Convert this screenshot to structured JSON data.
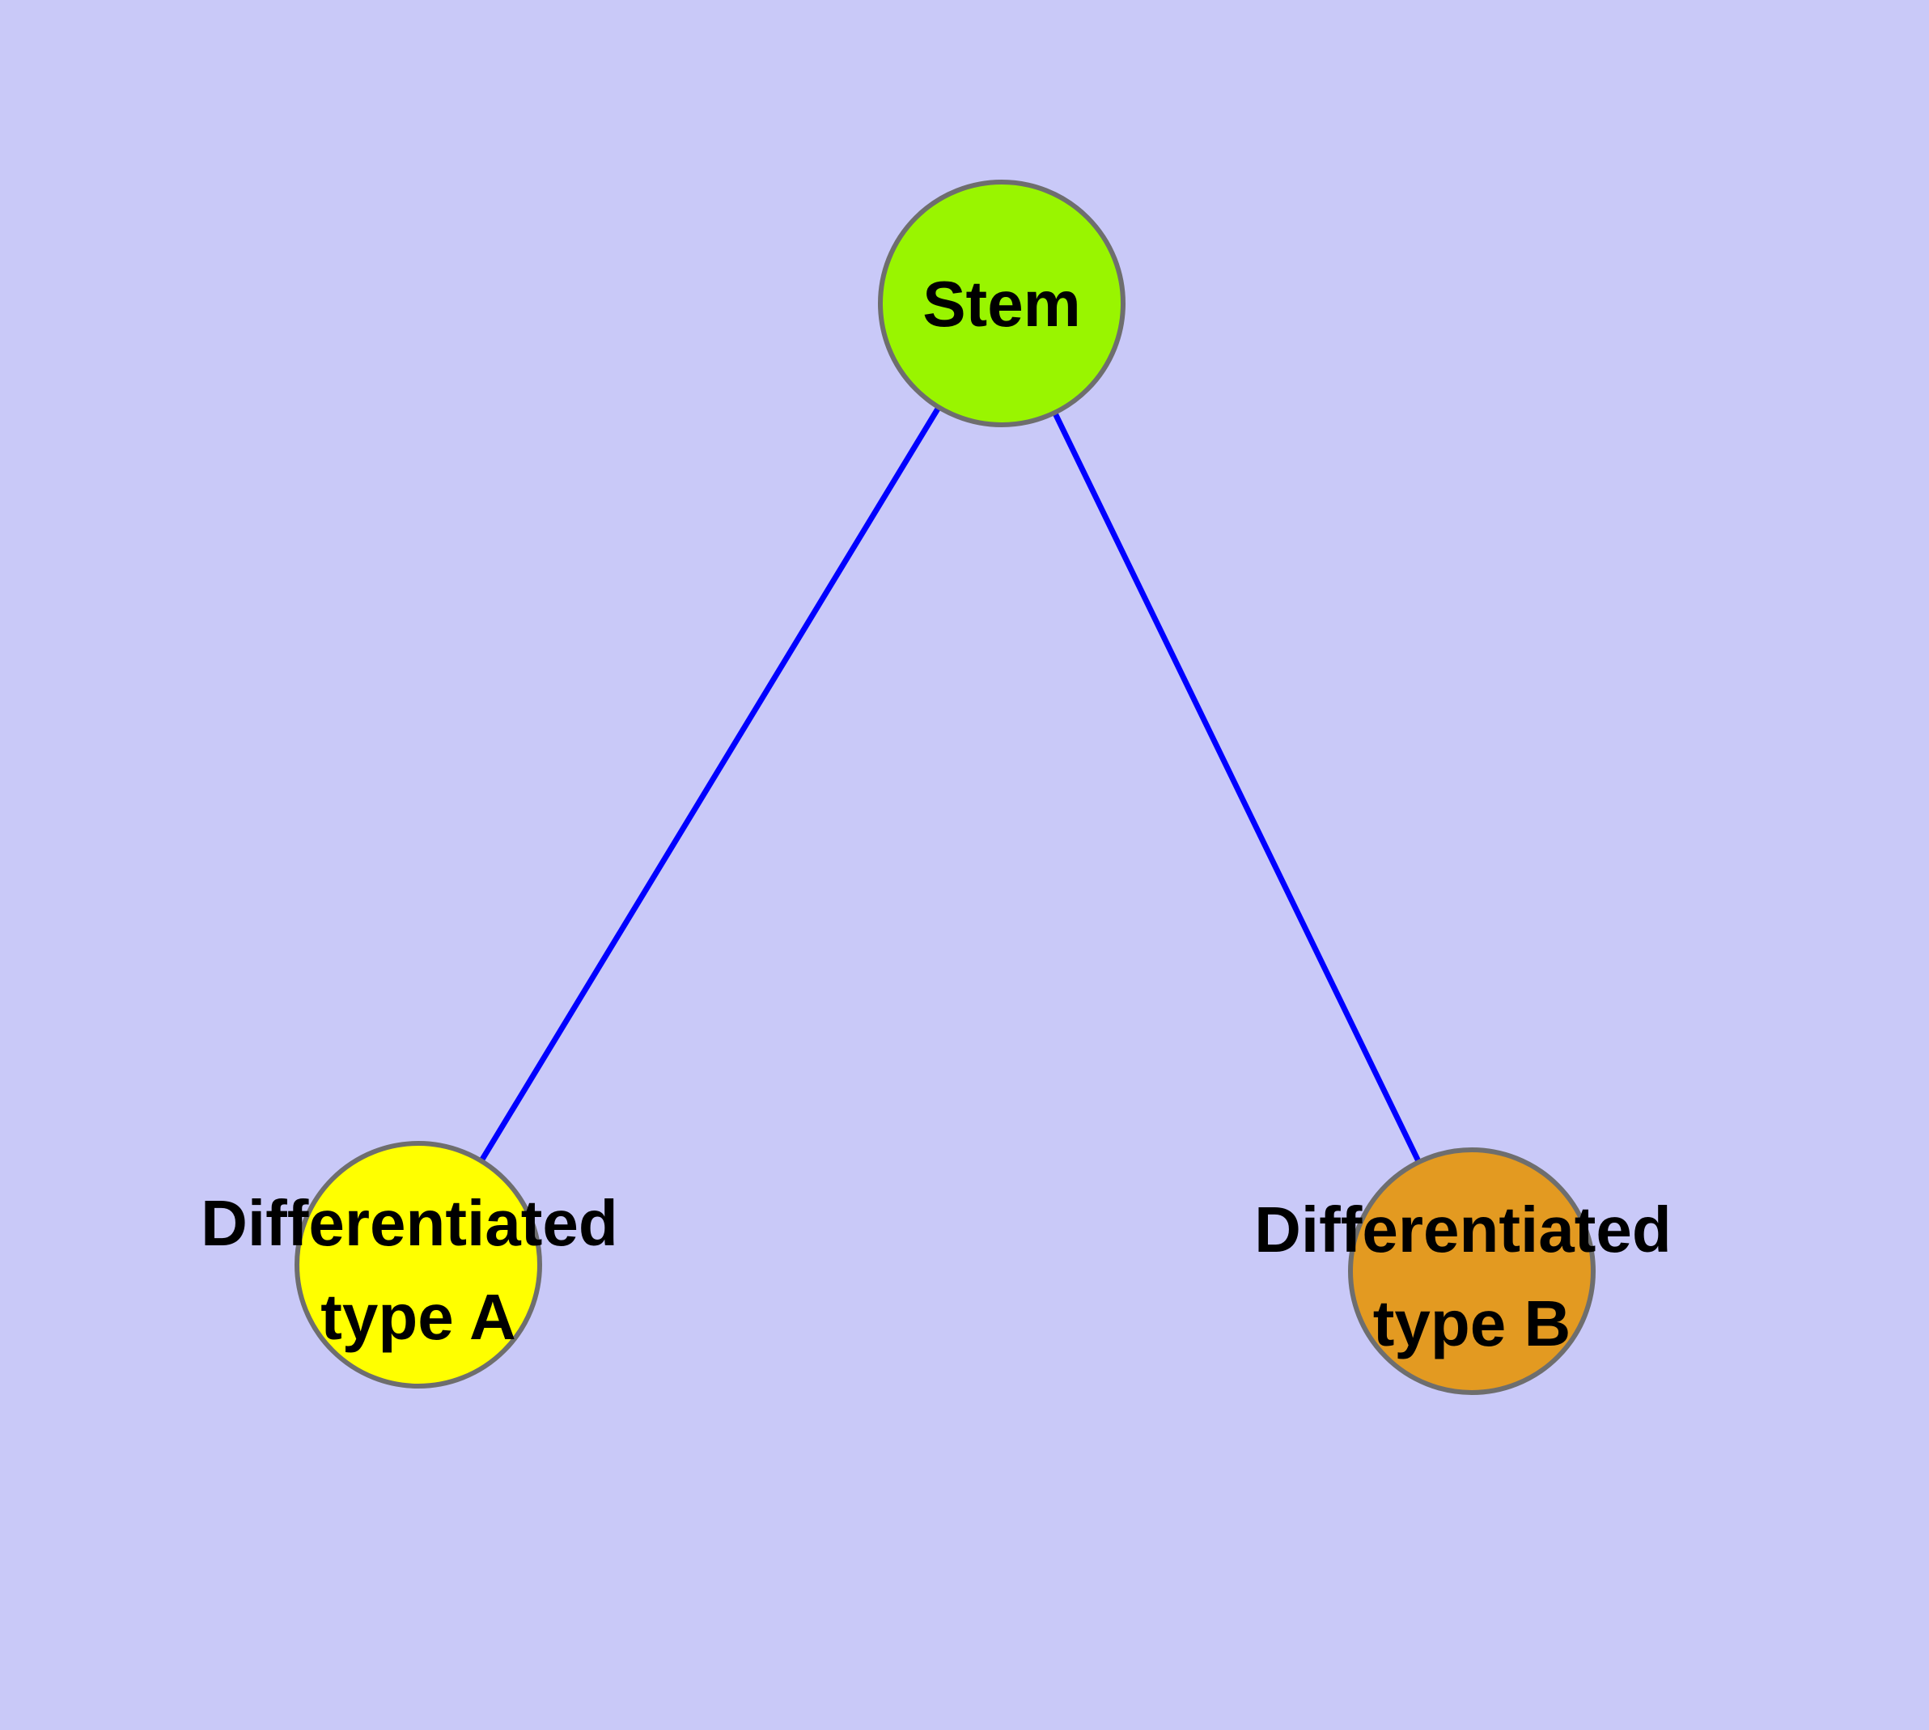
{
  "colors": {
    "background": "#C9C9F8",
    "edge": "#0000FF",
    "node_border": "#6E6E6E",
    "label_text": "#000000"
  },
  "nodes": [
    {
      "id": "stem",
      "label": "Stem",
      "fill": "#99F500"
    },
    {
      "id": "differentiated-type-a",
      "label": "Differentiated type A",
      "label_lines": [
        "Differentiated",
        "type A"
      ],
      "fill": "#FFFF00"
    },
    {
      "id": "differentiated-type-b",
      "label": "Differentiated type B",
      "label_lines": [
        "Differentiated",
        "type B"
      ],
      "fill": "#E39A21"
    }
  ],
  "edges": [
    {
      "from": "stem",
      "to": "differentiated-type-a"
    },
    {
      "from": "stem",
      "to": "differentiated-type-b"
    }
  ]
}
